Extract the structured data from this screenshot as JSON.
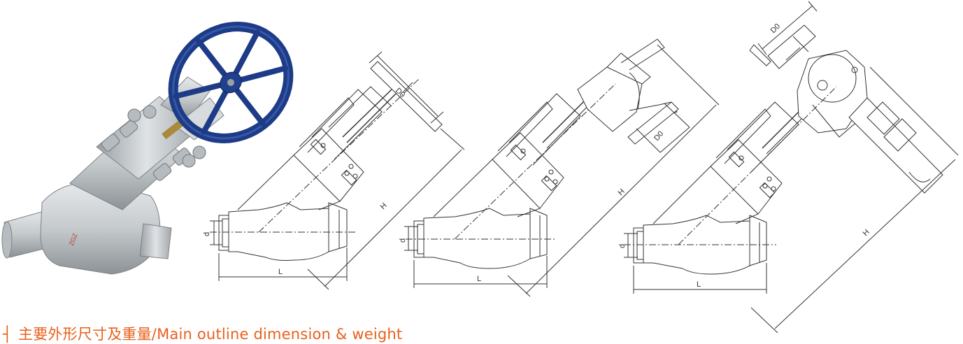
{
  "heading": {
    "marker": "┤",
    "text": "主要外形尺寸及重量/Main outline dimension & weight"
  },
  "drawings": [
    {
      "id": "handwheel",
      "labels": {
        "d": "d",
        "L": "L",
        "H": "H",
        "D0": "D0"
      }
    },
    {
      "id": "bevel-gear",
      "labels": {
        "d": "d",
        "L": "L",
        "H": "H",
        "D0": "D0"
      }
    },
    {
      "id": "electric",
      "labels": {
        "d": "d",
        "L": "L",
        "H": "H",
        "D0": "D0"
      }
    }
  ],
  "photo": {
    "body_marking": "ZGZ"
  },
  "colors": {
    "heading": "#e8601c",
    "handwheel": "#1d3b86",
    "body": "#c9cdd0",
    "line": "#333333"
  }
}
